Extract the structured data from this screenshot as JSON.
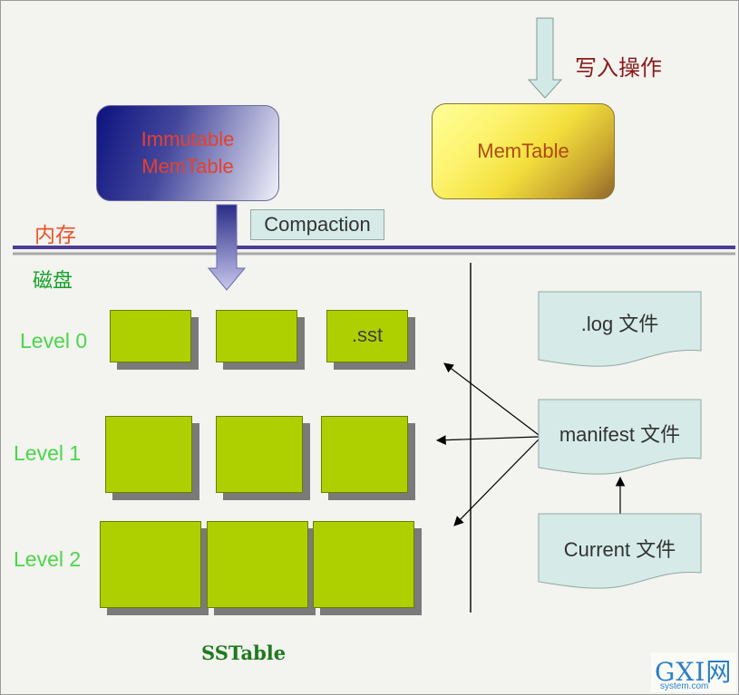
{
  "memory_label": "内存",
  "disk_label": "磁盘",
  "write_label": "写入操作",
  "immutable_memtable": {
    "line1": "Immutable",
    "line2": "MemTable"
  },
  "memtable": "MemTable",
  "compaction": "Compaction",
  "levels": [
    "Level 0",
    "Level 1",
    "Level 2"
  ],
  "sst_label": ".sst",
  "sstable_caption": "SSTable",
  "files": {
    "log": ".log 文件",
    "manifest": "manifest 文件",
    "current": "Current 文件"
  },
  "watermark": {
    "brand": "GXI网",
    "domain": "system.com"
  },
  "colors": {
    "sst_green": "#aed000",
    "divider_purple": "#4b3c95",
    "file_fill": "#d6ebe8",
    "memory_label": "#e8542a",
    "disk_label": "#16a22a",
    "level_label": "#4ad64a",
    "write_label": "#8a1a1a"
  }
}
